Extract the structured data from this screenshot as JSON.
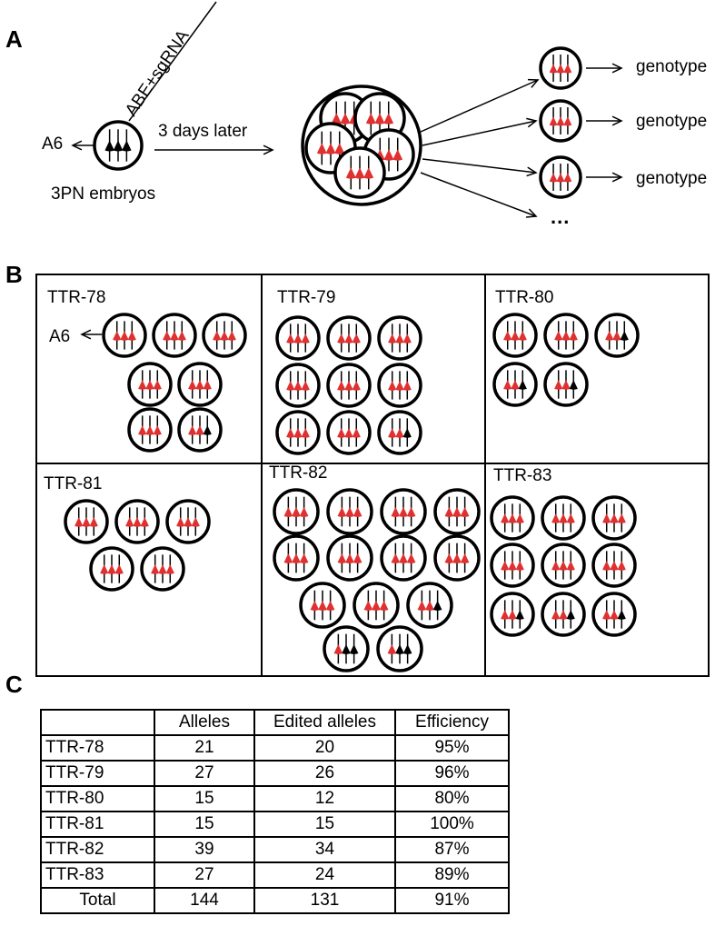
{
  "panel_a": {
    "letter": "A",
    "injection_label": "ABE+sgRNA",
    "a6_label": "A6",
    "days_label": "3 days later",
    "embryo_label": "3PN embryos",
    "genotype_label": "genotype",
    "ellipsis": "...",
    "colors": {
      "edited": "#e03030",
      "unedited": "#000000"
    }
  },
  "panel_b": {
    "letter": "B",
    "a6_label": "A6",
    "boxes": [
      {
        "title": "TTR-78",
        "rows": [
          3,
          2,
          2
        ],
        "cells": [
          "RRR",
          "RRR",
          "RRR",
          "RRR",
          "RRR",
          "RRR",
          "RRB"
        ]
      },
      {
        "title": "TTR-79",
        "rows": [
          3,
          3,
          3
        ],
        "cells": [
          "RRR",
          "RRR",
          "RRR",
          "RRR",
          "RRR",
          "RRR",
          "RRR",
          "RRR",
          "RRB"
        ]
      },
      {
        "title": "TTR-80",
        "rows": [
          3,
          2
        ],
        "cells": [
          "RRR",
          "RRR",
          "RRB",
          "RRB",
          "RRB"
        ]
      },
      {
        "title": "TTR-81",
        "rows": [
          3,
          2
        ],
        "cells": [
          "RRR",
          "RRR",
          "RRR",
          "RRR",
          "RRR"
        ]
      },
      {
        "title": "TTR-82",
        "rows": [
          4,
          4,
          3,
          2
        ],
        "cells": [
          "RRR",
          "RRR",
          "RRR",
          "RRR",
          "RRR",
          "RRR",
          "RRR",
          "RRR",
          "RRR",
          "RRR",
          "RRB",
          "RBB",
          "RBB"
        ]
      },
      {
        "title": "TTR-83",
        "rows": [
          3,
          3,
          3
        ],
        "cells": [
          "RRR",
          "RRR",
          "RRR",
          "RRR",
          "RRR",
          "RRR",
          "RRB",
          "RRB",
          "RRB"
        ]
      }
    ]
  },
  "panel_c": {
    "letter": "C",
    "headers": [
      "",
      "Alleles",
      "Edited alleles",
      "Efficiency"
    ],
    "rows": [
      [
        "TTR-78",
        "21",
        "20",
        "95%"
      ],
      [
        "TTR-79",
        "27",
        "26",
        "96%"
      ],
      [
        "TTR-80",
        "15",
        "12",
        "80%"
      ],
      [
        "TTR-81",
        "15",
        "15",
        "100%"
      ],
      [
        "TTR-82",
        "39",
        "34",
        "87%"
      ],
      [
        "TTR-83",
        "27",
        "24",
        "89%"
      ],
      [
        "Total",
        "144",
        "131",
        "91%"
      ]
    ]
  }
}
